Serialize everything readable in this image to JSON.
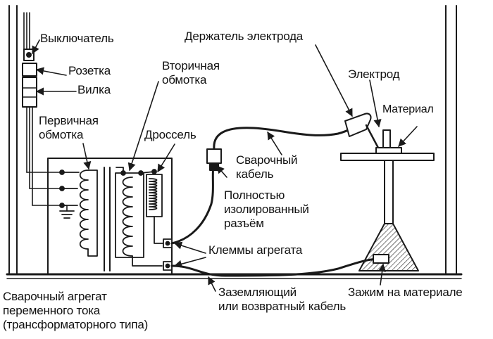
{
  "diagram": {
    "labels": {
      "switch": "Выключатель",
      "socket": "Розетка",
      "plug": "Вилка",
      "primary_winding": "Первичная\nобмотка",
      "secondary_winding": "Вторичная\nобмотка",
      "choke": "Дроссель",
      "electrode_holder": "Держатель электрода",
      "electrode": "Электрод",
      "material": "Материал",
      "welding_cable": "Сварочный\nкабель",
      "insulated_connector": "Полностью\nизолированный\nразъём",
      "unit_terminals": "Клеммы агрегата",
      "ground_cable": "Заземляющий\nили возвратный кабель",
      "material_clamp": "Зажим на материале",
      "welder_title": "Сварочный агрегат\nпеременного тока\n(трансформаторного типа)"
    },
    "ink_color": "#1a1a1a"
  }
}
